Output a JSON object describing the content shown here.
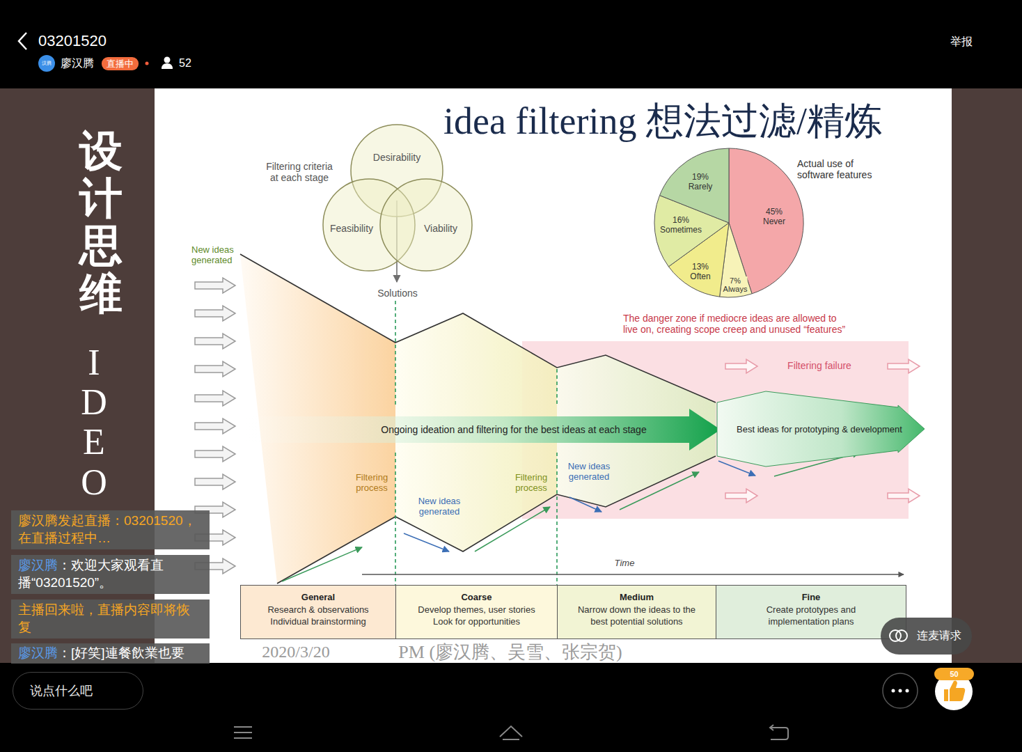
{
  "diagram": {
    "title": "idea filtering 想法过滤/精炼",
    "nodes": [
      {
        "text": [
          "汉腾"
        ]
      },
      {
        "text": [
          "直播中"
        ]
      },
      {
        "text": [
          "Desirability"
        ]
      },
      {
        "text": [
          "Feasibility"
        ]
      },
      {
        "text": [
          "Viability"
        ]
      },
      {
        "text": [
          "Ongoing ideation and filtering for the best ideas at each stage"
        ]
      },
      {
        "text": [
          "Best ideas for prototyping & development"
        ]
      },
      {
        "text": [
          "General",
          "Research & observations Individual brainstorming"
        ]
      },
      {
        "text": [
          "Coarse",
          "Develop themes, user stories Look for opportunities"
        ]
      },
      {
        "text": [
          "Medium",
          "Narrow down the ideas to the best potential solutions"
        ]
      },
      {
        "text": [
          "Fine",
          "Create prototypes and implementation plans"
        ]
      },
      {
        "text": [
          "廖汉腾发起直播：03201520，在直播过程中…"
        ]
      },
      {
        "text": [
          "廖汉腾",
          "：欢迎大家观看直播“03201520”。"
        ]
      },
      {
        "text": [
          "主播回来啦，直播内容即将恢复"
        ]
      },
      {
        "text": [
          "廖汉腾",
          "：[好笑]連餐飲業也要"
        ]
      },
      {
        "text": [
          "连麦请求"
        ]
      },
      {
        "text": [
          "说点什么吧"
        ]
      },
      {
        "text": [
          "50"
        ]
      }
    ],
    "labels": [
      "03201520",
      "廖汉腾",
      "52",
      "举报",
      "设计思维",
      "IDEO",
      "Filtering criteria at each stage",
      "Solutions",
      "Actual use of software features",
      "19% Rarely",
      "45% Never",
      "16% Sometimes",
      "13% Often",
      "7% Always",
      "New ideas generated",
      "The danger zone if mediocre ideas are allowed to live on, creating scope creep and unused “features”",
      "Filtering failure",
      "Filtering process",
      "Filtering process",
      "New ideas generated",
      "New ideas generated",
      "Time",
      "2020/3/20",
      "PM (廖汉腾、吴雪、张宗贺)"
    ]
  }
}
